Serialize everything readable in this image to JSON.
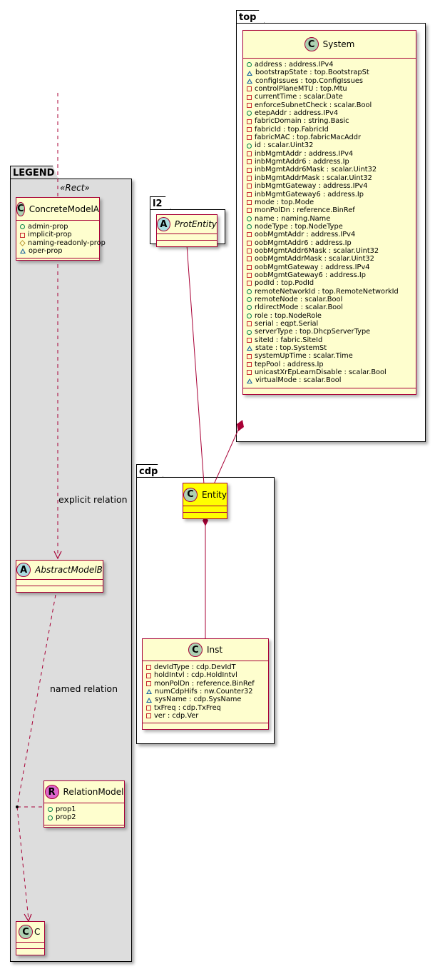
{
  "packages": {
    "top": {
      "label": "top"
    },
    "l2": {
      "label": "l2"
    },
    "cdp": {
      "label": "cdp"
    },
    "legend": {
      "label": "LEGEND",
      "stereotype": "«Rect»"
    }
  },
  "classes": {
    "system": {
      "name": "System",
      "badge": "C",
      "kind": "class",
      "attributes": [
        {
          "vis": "public",
          "text": "address : address.IPv4"
        },
        {
          "vis": "protected",
          "text": "bootstrapState : top.BootstrapSt"
        },
        {
          "vis": "protected",
          "text": "configIssues : top.ConfigIssues"
        },
        {
          "vis": "private",
          "text": "controlPlaneMTU : top.Mtu"
        },
        {
          "vis": "private",
          "text": "currentTime : scalar.Date"
        },
        {
          "vis": "private",
          "text": "enforceSubnetCheck : scalar.Bool"
        },
        {
          "vis": "public",
          "text": "etepAddr : address.IPv4"
        },
        {
          "vis": "private",
          "text": "fabricDomain : string.Basic"
        },
        {
          "vis": "private",
          "text": "fabricId : top.FabricId"
        },
        {
          "vis": "private",
          "text": "fabricMAC : top.fabricMacAddr"
        },
        {
          "vis": "public",
          "text": "id : scalar.Uint32"
        },
        {
          "vis": "private",
          "text": "inbMgmtAddr : address.IPv4"
        },
        {
          "vis": "private",
          "text": "inbMgmtAddr6 : address.Ip"
        },
        {
          "vis": "private",
          "text": "inbMgmtAddr6Mask : scalar.Uint32"
        },
        {
          "vis": "private",
          "text": "inbMgmtAddrMask : scalar.Uint32"
        },
        {
          "vis": "private",
          "text": "inbMgmtGateway : address.IPv4"
        },
        {
          "vis": "private",
          "text": "inbMgmtGateway6 : address.Ip"
        },
        {
          "vis": "private",
          "text": "mode : top.Mode"
        },
        {
          "vis": "private",
          "text": "monPolDn : reference.BinRef"
        },
        {
          "vis": "public",
          "text": "name : naming.Name"
        },
        {
          "vis": "public",
          "text": "nodeType : top.NodeType"
        },
        {
          "vis": "private",
          "text": "oobMgmtAddr : address.IPv4"
        },
        {
          "vis": "private",
          "text": "oobMgmtAddr6 : address.Ip"
        },
        {
          "vis": "private",
          "text": "oobMgmtAddr6Mask : scalar.Uint32"
        },
        {
          "vis": "private",
          "text": "oobMgmtAddrMask : scalar.Uint32"
        },
        {
          "vis": "private",
          "text": "oobMgmtGateway : address.IPv4"
        },
        {
          "vis": "private",
          "text": "oobMgmtGateway6 : address.Ip"
        },
        {
          "vis": "private",
          "text": "podId : top.PodId"
        },
        {
          "vis": "public",
          "text": "remoteNetworkId : top.RemoteNetworkId"
        },
        {
          "vis": "public",
          "text": "remoteNode : scalar.Bool"
        },
        {
          "vis": "public",
          "text": "rldirectMode : scalar.Bool"
        },
        {
          "vis": "public",
          "text": "role : top.NodeRole"
        },
        {
          "vis": "private",
          "text": "serial : eqpt.Serial"
        },
        {
          "vis": "public",
          "text": "serverType : top.DhcpServerType"
        },
        {
          "vis": "private",
          "text": "siteId : fabric.SiteId"
        },
        {
          "vis": "protected",
          "text": "state : top.SystemSt"
        },
        {
          "vis": "private",
          "text": "systemUpTime : scalar.Time"
        },
        {
          "vis": "private",
          "text": "tepPool : address.Ip"
        },
        {
          "vis": "private",
          "text": "unicastXrEpLearnDisable : scalar.Bool"
        },
        {
          "vis": "protected",
          "text": "virtualMode : scalar.Bool"
        }
      ]
    },
    "protEntity": {
      "name": "ProtEntity",
      "badge": "A",
      "kind": "abstract"
    },
    "entity": {
      "name": "Entity",
      "badge": "C",
      "kind": "class",
      "highlight": "#ffff00"
    },
    "inst": {
      "name": "Inst",
      "badge": "C",
      "kind": "class",
      "attributes": [
        {
          "vis": "private",
          "text": "devIdType : cdp.DevIdT"
        },
        {
          "vis": "private",
          "text": "holdIntvl : cdp.HoldIntvl"
        },
        {
          "vis": "private",
          "text": "monPolDn : reference.BinRef"
        },
        {
          "vis": "protected",
          "text": "numCdpHifs : nw.Counter32"
        },
        {
          "vis": "protected",
          "text": "sysName : cdp.SysName"
        },
        {
          "vis": "private",
          "text": "txFreq : cdp.TxFreq"
        },
        {
          "vis": "private",
          "text": "ver : cdp.Ver"
        }
      ]
    },
    "concreteModelA": {
      "name": "ConcreteModelA",
      "badge": "C",
      "kind": "class",
      "attributes": [
        {
          "vis": "public",
          "text": "admin-prop"
        },
        {
          "vis": "private",
          "text": "implicit-prop"
        },
        {
          "vis": "package",
          "text": "naming-readonly-prop"
        },
        {
          "vis": "protected",
          "text": "oper-prop"
        }
      ]
    },
    "abstractModelB": {
      "name": "AbstractModelB",
      "badge": "A",
      "kind": "abstract"
    },
    "relationModel": {
      "name": "RelationModel",
      "badge": "R",
      "kind": "relation",
      "attributes": [
        {
          "vis": "public",
          "text": "prop1"
        },
        {
          "vis": "public",
          "text": "prop2"
        }
      ]
    },
    "c": {
      "name": "C",
      "badge": "C",
      "kind": "class"
    }
  },
  "relations": {
    "explicit": {
      "label": "explicit relation",
      "from": "ConcreteModelA",
      "to": "AbstractModelB",
      "type": "dependency"
    },
    "named": {
      "label": "named relation",
      "from": "AbstractModelB",
      "to": "C",
      "type": "dependency",
      "association_class": "RelationModel"
    },
    "inheritance": {
      "from": "Entity",
      "to": "ProtEntity",
      "type": "generalization"
    },
    "system_entity": {
      "from": "System",
      "to": "Entity",
      "type": "composition"
    },
    "entity_inst": {
      "from": "Entity",
      "to": "Inst",
      "type": "composition"
    }
  },
  "colors": {
    "class_fill": "#fefece",
    "class_border": "#a80036",
    "legend_fill": "#dddddd",
    "highlight": "#ffff00",
    "public": "#038048",
    "private": "#c82930",
    "protected": "#1963a0",
    "package": "#b38d22"
  }
}
